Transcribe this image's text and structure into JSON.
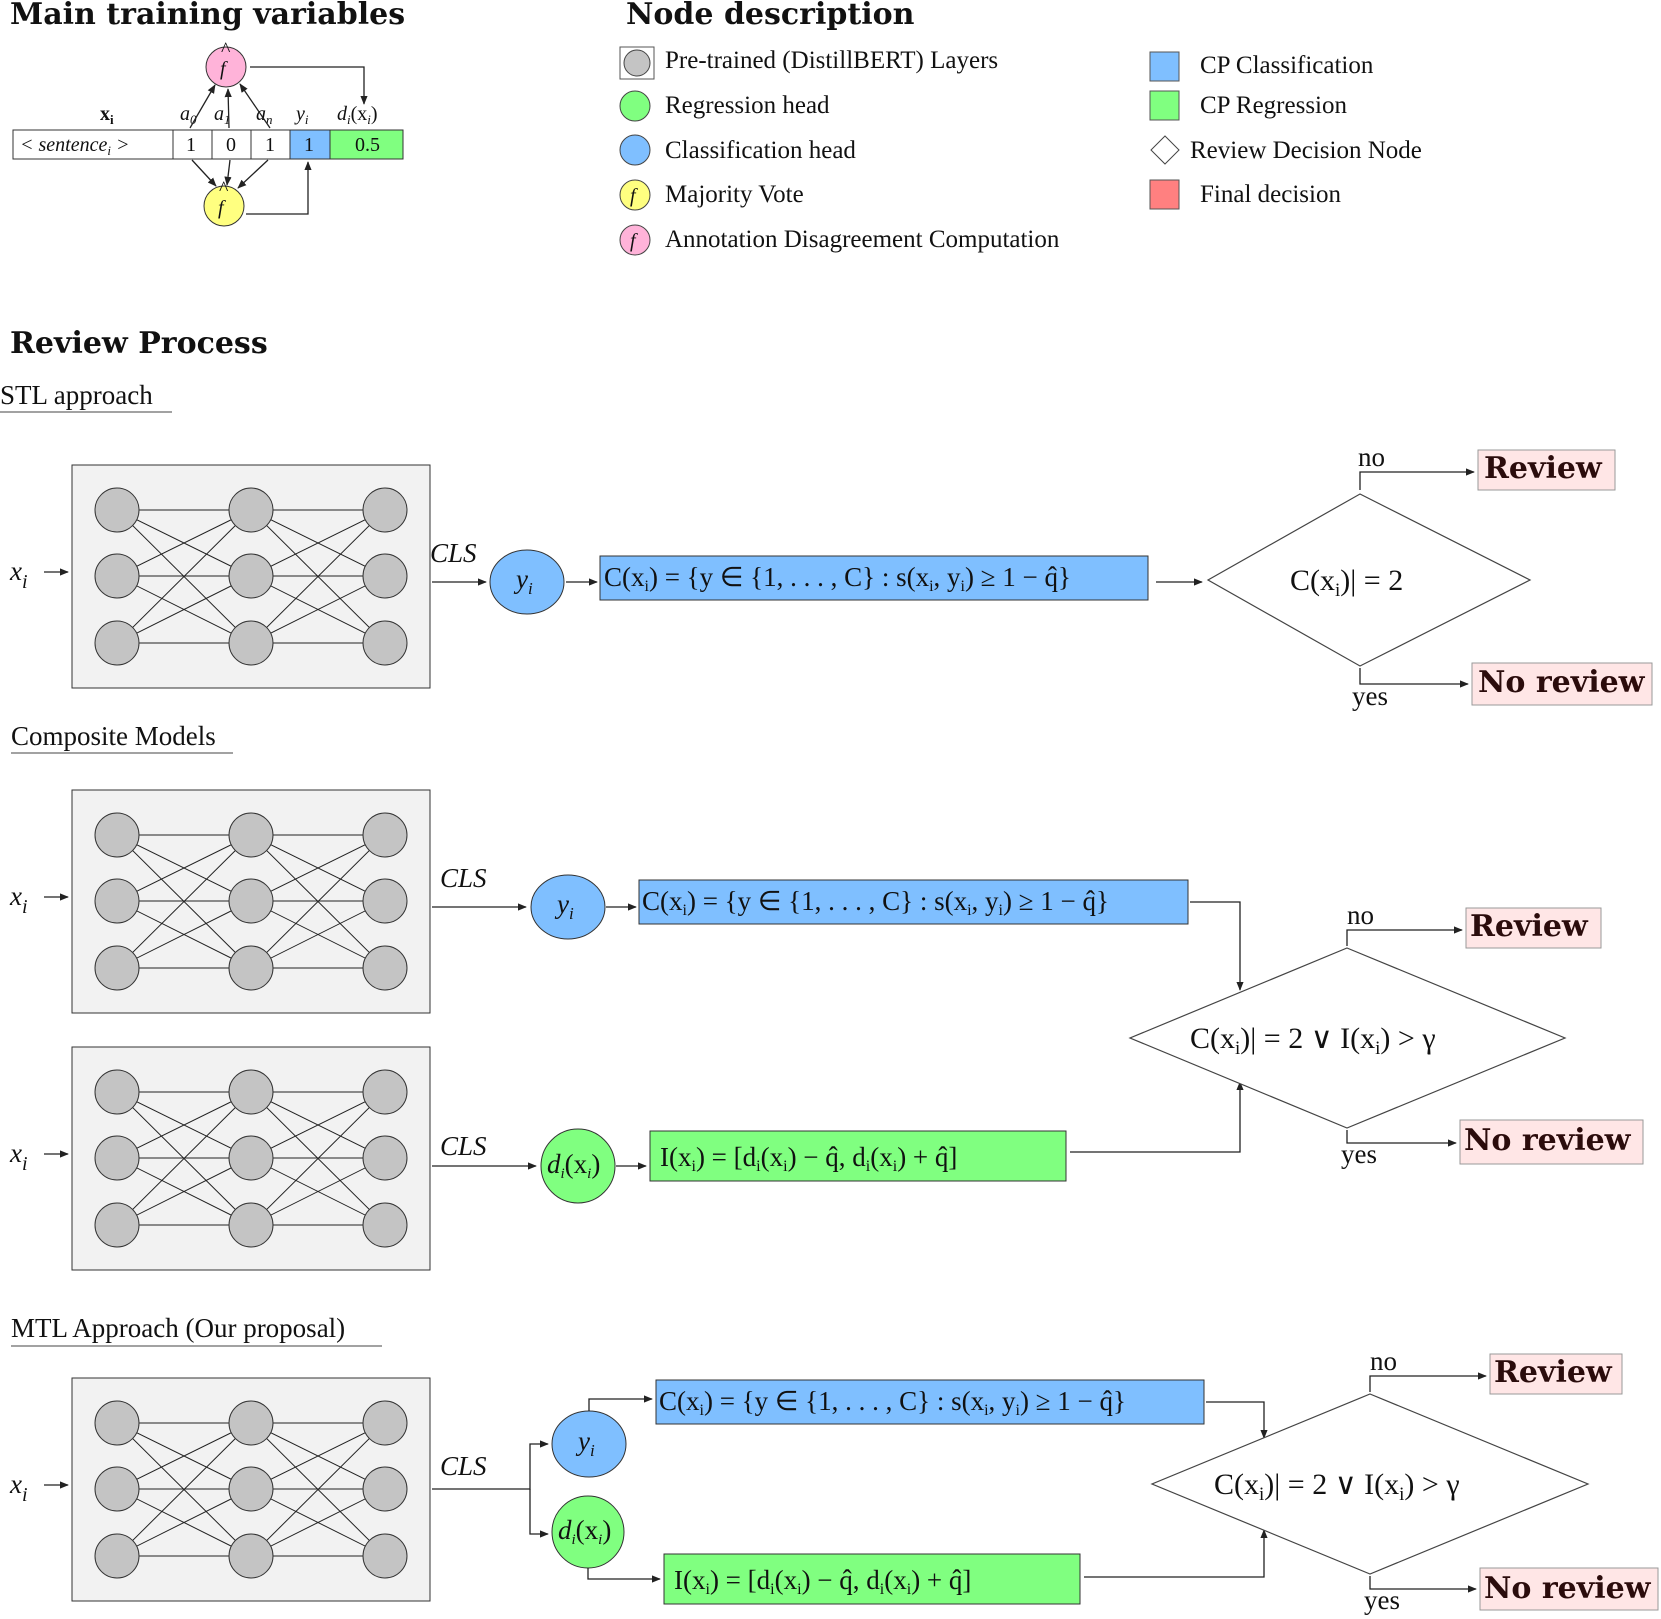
{
  "colors": {
    "pretrained": "#c4c4c4",
    "regression": "#80ff80",
    "classification": "#7fbfff",
    "majority": "#ffff80",
    "disagreement": "#ffb3d9",
    "final": "#ff8080",
    "final_bg": "#ffe6e6",
    "box_bg": "#f2f2f2"
  },
  "titles": {
    "training": "Main training variables",
    "node_description": "Node description",
    "review_process": "Review Process"
  },
  "training_table": {
    "x_header": "x",
    "x_header_sub": "i",
    "a0": "a",
    "a0_sub": "0",
    "a1": "a",
    "a1_sub": "1",
    "an": "a",
    "an_sub": "n",
    "y": "y",
    "y_sub": "i",
    "d": "d",
    "d_sub": "i",
    "d_arg": "(x",
    "d_arg_sub": "i",
    "d_close": ")",
    "sentence": "< sentence",
    "sentence_sub": "i",
    "sentence_close": " >",
    "cells": [
      "1",
      "0",
      "1"
    ],
    "y_value": "1",
    "d_value": "0.5",
    "f_top": "f",
    "f_bottom": "f"
  },
  "legend": {
    "left": [
      {
        "icon": "pretrained-icon",
        "label": "Pre-trained (DistillBERT) Layers"
      },
      {
        "icon": "regression-head-icon",
        "label": "Regression head"
      },
      {
        "icon": "classification-head-icon",
        "label": "Classification head"
      },
      {
        "icon": "majority-vote-icon",
        "label": "Majority Vote",
        "glyph": "f"
      },
      {
        "icon": "disagreement-icon",
        "label": "Annotation Disagreement Computation",
        "glyph": "f"
      }
    ],
    "right": [
      {
        "icon": "cp-classification-icon",
        "label": "CP Classification"
      },
      {
        "icon": "cp-regression-icon",
        "label": "CP Regression"
      },
      {
        "icon": "decision-node-icon",
        "label": "Review Decision Node"
      },
      {
        "icon": "final-decision-icon",
        "label": "Final decision"
      }
    ]
  },
  "sections": {
    "stl": "STL approach",
    "composite": "Composite Models",
    "mtl": "MTL Approach (Our proposal)"
  },
  "common": {
    "input_label": "x",
    "input_sub": "i",
    "cls_label": "CLS",
    "y_head": "y",
    "y_head_sub": "i",
    "d_head": "d",
    "d_head_sub": "i",
    "d_head_arg": "(x",
    "d_head_arg_sub": "i",
    "d_head_close": ")",
    "cp_class": "C(x",
    "cp_class_sub": "i",
    "cp_class_rest": ") = {y ∈ {1, . . . , C}  :  s(x",
    "cp_class_sub2": "i",
    "cp_class_rest2": ", y",
    "cp_class_sub3": "i",
    "cp_class_rest3": ") ≥ 1 − q̂}",
    "cp_reg": "I(x",
    "cp_reg_sub": "i",
    "cp_reg_rest": ") = [d",
    "cp_reg_sub2": "i",
    "cp_reg_rest2": "(x",
    "cp_reg_sub3": "i",
    "cp_reg_rest3": ") − q̂, d",
    "cp_reg_sub4": "i",
    "cp_reg_rest4": "(x",
    "cp_reg_sub5": "i",
    "cp_reg_rest5": ") + q̂]",
    "stl_decision": "C(x",
    "stl_decision_sub": "i",
    "stl_decision_rest": ")| = 2",
    "comp_decision": "C(x",
    "comp_decision_sub": "i",
    "comp_decision_rest": ")| = 2 ∨ I(x",
    "comp_decision_sub2": "i",
    "comp_decision_rest2": ") > γ",
    "no": "no",
    "yes": "yes",
    "review": "Review",
    "no_review": "No review"
  }
}
